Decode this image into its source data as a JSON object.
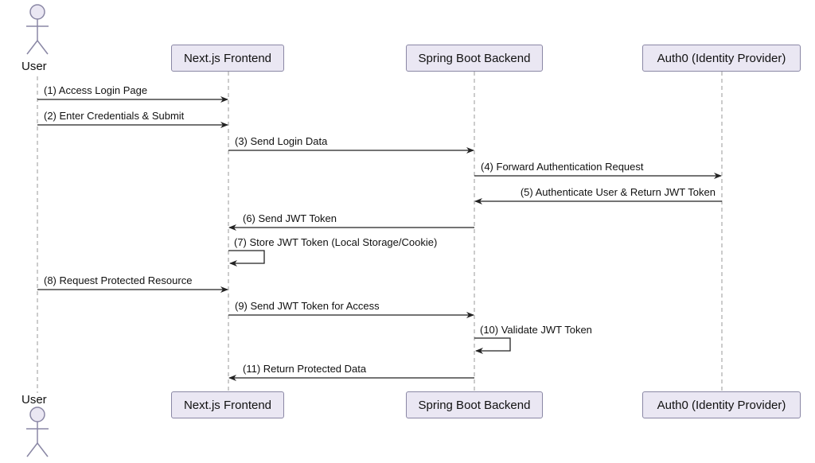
{
  "participants": [
    {
      "id": "user",
      "label": "User",
      "kind": "actor"
    },
    {
      "id": "frontend",
      "label": "Next.js Frontend",
      "kind": "box"
    },
    {
      "id": "backend",
      "label": "Spring Boot Backend",
      "kind": "box"
    },
    {
      "id": "auth0",
      "label": "Auth0 (Identity Provider)",
      "kind": "box"
    }
  ],
  "messages": [
    {
      "from": "user",
      "to": "frontend",
      "label": "(1) Access Login Page"
    },
    {
      "from": "user",
      "to": "frontend",
      "label": "(2) Enter Credentials & Submit"
    },
    {
      "from": "frontend",
      "to": "backend",
      "label": "(3) Send Login Data"
    },
    {
      "from": "backend",
      "to": "auth0",
      "label": "(4) Forward Authentication Request"
    },
    {
      "from": "auth0",
      "to": "backend",
      "label": "(5) Authenticate User & Return JWT Token"
    },
    {
      "from": "backend",
      "to": "frontend",
      "label": "(6) Send JWT Token"
    },
    {
      "from": "frontend",
      "to": "frontend",
      "label": "(7) Store JWT Token (Local Storage/Cookie)"
    },
    {
      "from": "user",
      "to": "frontend",
      "label": "(8) Request Protected Resource"
    },
    {
      "from": "frontend",
      "to": "backend",
      "label": "(9) Send JWT Token for Access"
    },
    {
      "from": "backend",
      "to": "backend",
      "label": "(10) Validate JWT Token"
    },
    {
      "from": "backend",
      "to": "frontend",
      "label": "(11) Return Protected Data"
    }
  ],
  "colors": {
    "box_fill": "#eae7f3",
    "box_border": "#8a87a5",
    "lifeline": "#9a9a9a",
    "arrow": "#222222"
  }
}
